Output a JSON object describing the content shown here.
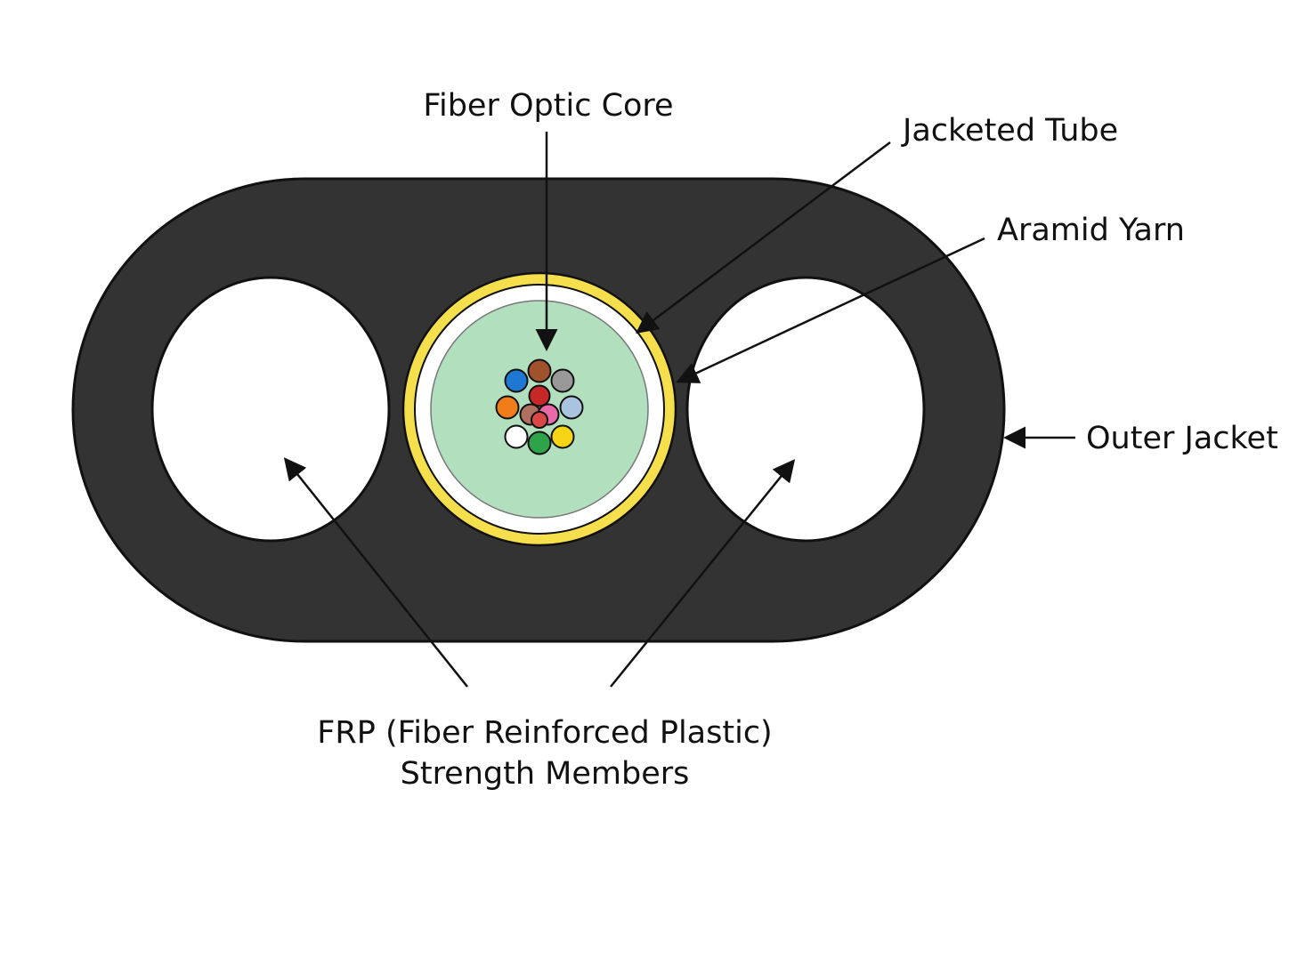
{
  "labels": {
    "fiber_optic_core": "Fiber Optic Core",
    "jacketed_tube": "Jacketed Tube",
    "aramid_yarn": "Aramid Yarn",
    "outer_jacket": "Outer Jacket",
    "frp_line1": "FRP (Fiber Reinforced Plastic)",
    "frp_line2": "Strength Members"
  },
  "colors": {
    "outer_jacket": "#333333",
    "aramid_yarn": "#f6df4d",
    "jacketed_tube": "#ffffff",
    "core_gel": "#b2dfbd",
    "strength_member_hole": "#ffffff",
    "outline": "#111111"
  },
  "fiber_colors": [
    "#1f77d4",
    "#a0522d",
    "#999999",
    "#f07d1a",
    "#a9c4e0",
    "#ffffff",
    "#2ea34a",
    "#f5d415",
    "#c62828",
    "#b07060",
    "#e86aa8",
    "#d94747"
  ]
}
